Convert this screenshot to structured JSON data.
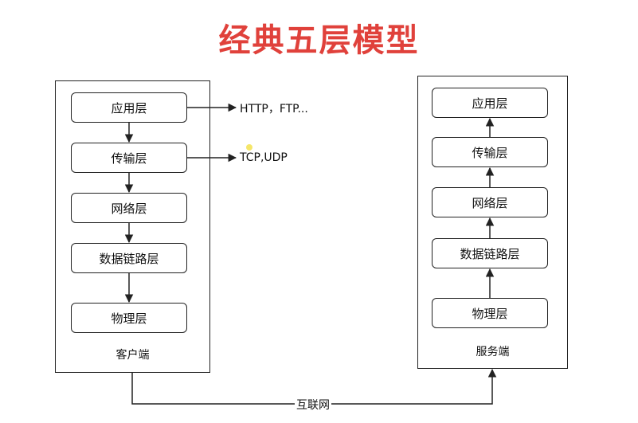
{
  "title": "经典五层模型",
  "client": {
    "caption": "客户端",
    "layers": [
      "应用层",
      "传输层",
      "网络层",
      "数据链路层",
      "物理层"
    ]
  },
  "server": {
    "caption": "服务端",
    "layers": [
      "应用层",
      "传输层",
      "网络层",
      "数据链路层",
      "物理层"
    ]
  },
  "protocols": {
    "application": "HTTP，FTP...",
    "transport": "TCP,UDP"
  },
  "network_label": "互联网",
  "colors": {
    "title": "#e0413b",
    "line": "#222222",
    "cursor_dot": "#f5e66a"
  }
}
